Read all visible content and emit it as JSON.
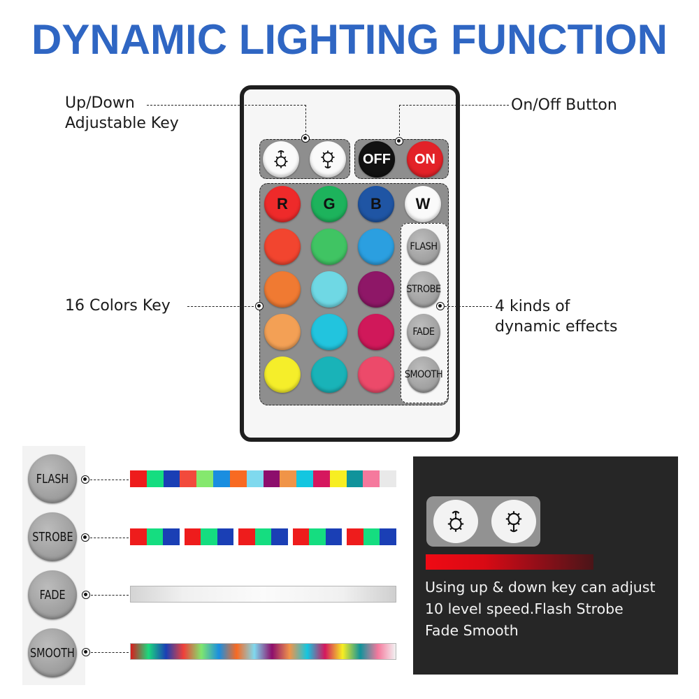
{
  "header": {
    "title": "DYNAMIC LIGHTING FUNCTION"
  },
  "callouts": {
    "updown_line1": "Up/Down",
    "updown_line2": "Adjustable Key",
    "onoff": "On/Off Button",
    "colors": "16 Colors Key",
    "effects_line1": "4 kinds of",
    "effects_line2": "dynamic effects"
  },
  "remote": {
    "speed_keys": [
      {
        "name": "speed-up",
        "icon": "sun-up-icon"
      },
      {
        "name": "speed-down",
        "icon": "sun-down-icon"
      }
    ],
    "power_keys": [
      {
        "label": "OFF",
        "color": "#111111"
      },
      {
        "label": "ON",
        "color": "#e32228"
      }
    ],
    "rgbw_keys": [
      {
        "label": "R",
        "color": "#ee2a2a"
      },
      {
        "label": "G",
        "color": "#1db35c"
      },
      {
        "label": "B",
        "color": "#1f55a4"
      },
      {
        "label": "W",
        "color": "#fafafa"
      }
    ],
    "color_grid": [
      [
        "#f2452f",
        "#40c463",
        "#2b9fe0"
      ],
      [
        "#f07a32",
        "#6fd8e4",
        "#8e1767"
      ],
      [
        "#f3a055",
        "#22c4de",
        "#d0185a"
      ],
      [
        "#f5ee2a",
        "#19b3b8",
        "#ec4a6a"
      ]
    ],
    "effect_keys": [
      "FLASH",
      "STROBE",
      "FADE",
      "SMOOTH"
    ]
  },
  "effects_demo": {
    "buttons": [
      "FLASH",
      "STROBE",
      "FADE",
      "SMOOTH"
    ],
    "flash_colors": [
      "#ee1c1c",
      "#15dd80",
      "#1a3fb5",
      "#f24a3c",
      "#85e86e",
      "#1a8ee0",
      "#f86a22",
      "#7fd9ee",
      "#8d0e6c",
      "#f09448",
      "#14c6e0",
      "#d5175e",
      "#f7ee22",
      "#10939b",
      "#f5799d",
      "#e9e9e9"
    ],
    "strobe_group": [
      "#ee1c1c",
      "#15dd80",
      "#1a3fb5"
    ],
    "strobe_repeats": 5,
    "smooth_gradient": [
      "#d81c1c",
      "#1bd97e",
      "#1a3fb5",
      "#f0403a",
      "#7fe66e",
      "#1a8ee0",
      "#f86a22",
      "#7fd9ee",
      "#8d0e6c",
      "#f0944a",
      "#14c6e0",
      "#d5175e",
      "#f7ee22",
      "#10939b",
      "#f5799d",
      "#f2f2f2"
    ]
  },
  "speed_panel": {
    "description": "Using up & down key can adjust\n10 level speed.Flash  Strobe\nFade  Smooth"
  }
}
